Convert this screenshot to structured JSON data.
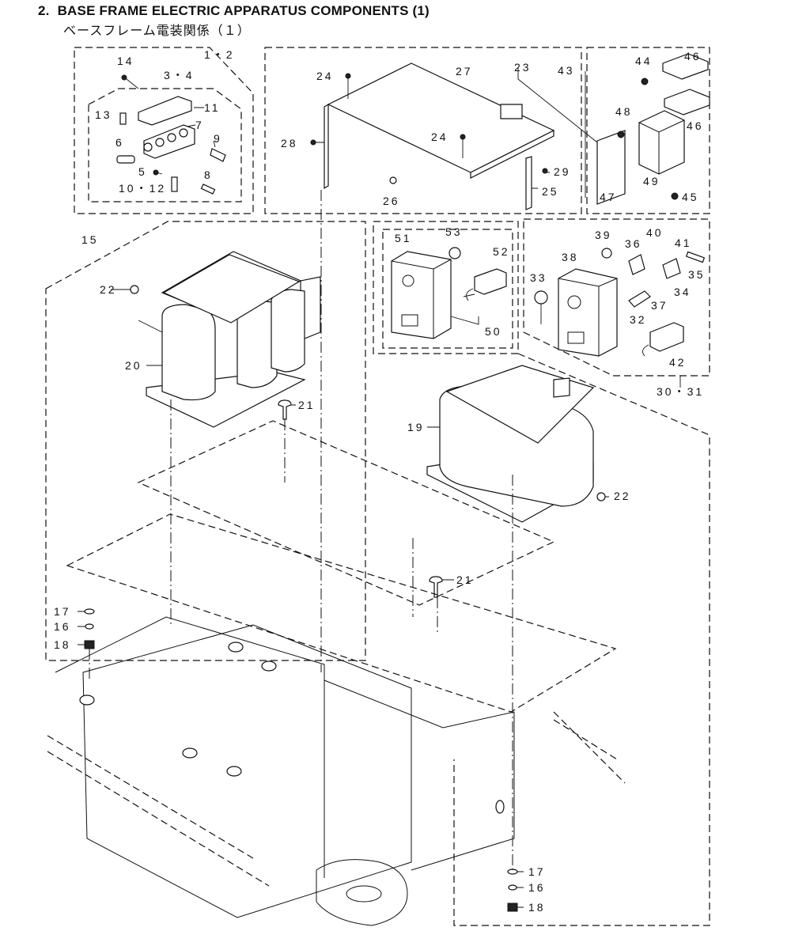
{
  "header": {
    "number": "2.",
    "title": "BASE FRAME ELECTRIC APPARATUS COMPONENTS (1)",
    "subtitle_jp": "ベースフレーム電装関係（１）"
  },
  "callouts": {
    "c1_2": "1・2",
    "c3_4": "3・4",
    "c5": "5",
    "c6": "6",
    "c7": "7",
    "c8": "8",
    "c9": "9",
    "c10_12": "10・12",
    "c11": "11",
    "c13": "13",
    "c14": "14",
    "c15": "15",
    "c16a": "16",
    "c17a": "17",
    "c18a": "18",
    "c16b": "16",
    "c17b": "17",
    "c18b": "18",
    "c19": "19",
    "c20": "20",
    "c21a": "21",
    "c21b": "21",
    "c22a": "22",
    "c22b": "22",
    "c23": "23",
    "c24a": "24",
    "c24b": "24",
    "c25": "25",
    "c26": "26",
    "c27": "27",
    "c28": "28",
    "c29": "29",
    "c30_31": "30・31",
    "c32": "32",
    "c33": "33",
    "c34": "34",
    "c35": "35",
    "c36": "36",
    "c37": "37",
    "c38": "38",
    "c39": "39",
    "c40": "40",
    "c41": "41",
    "c42": "42",
    "c43": "43",
    "c44": "44",
    "c45": "45",
    "c46a": "46",
    "c46b": "46",
    "c47": "47",
    "c48": "48",
    "c49": "49",
    "c50": "50",
    "c51": "51",
    "c52": "52",
    "c53": "53"
  }
}
